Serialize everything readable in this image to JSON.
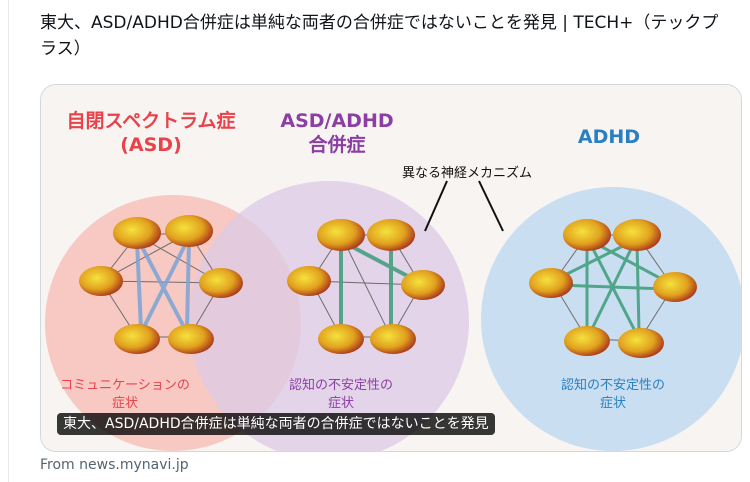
{
  "post": {
    "headline": "東大、ASD/ADHD合併症は単純な両者の合併症ではないことを発見 | TECH+（テックプラス）",
    "source": "From news.mynavi.jp"
  },
  "figure": {
    "caption": "東大、ASD/ADHD合併症は単純な両者の合併症ではないことを発見",
    "asd_title_line1": "自閉スペクトラム症",
    "asd_title_line2": "(ASD)",
    "combo_title_line1": "ASD/ADHD",
    "combo_title_line2": "合併症",
    "adhd_title": "ADHD",
    "mechanism_label": "異なる神経メカニズム",
    "asd_symptom_line1": "コミュニケーションの",
    "asd_symptom_line2": "症状",
    "combo_symptom_line1": "認知の不安定性の",
    "combo_symptom_line2": "症状",
    "adhd_symptom_line1": "認知の不安定性の",
    "adhd_symptom_line2": "症状"
  },
  "colors": {
    "asd": "#e8424b",
    "combo": "#8b3fa3",
    "adhd": "#2a7fc1",
    "asd_circle": "#f6c4bd",
    "combo_circle": "#dcc9e6",
    "adhd_circle": "#c9def0"
  }
}
